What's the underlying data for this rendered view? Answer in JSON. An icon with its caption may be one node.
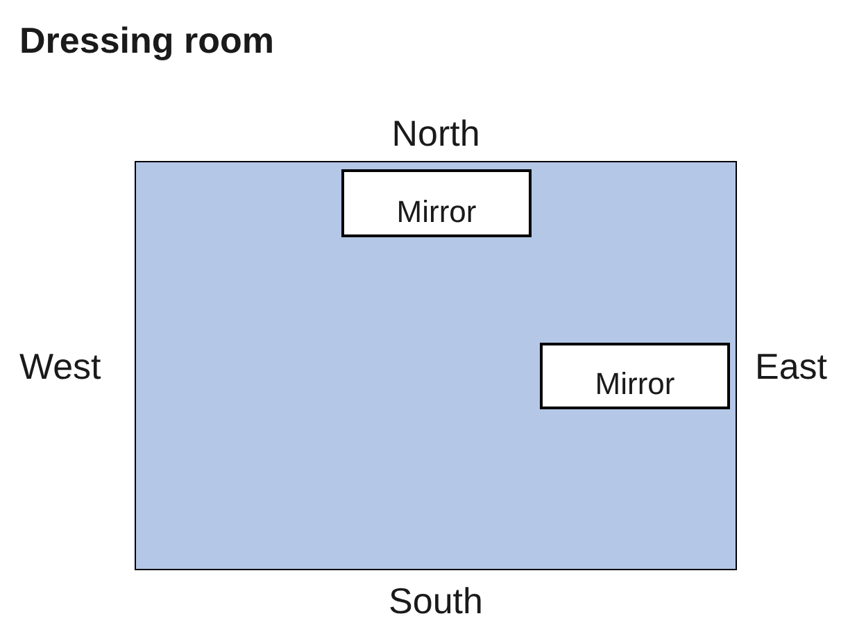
{
  "diagram": {
    "title": "Dressing room",
    "nodes": [
      {
        "text": [],
        "shape": "box"
      },
      {
        "text": [
          "Mirror"
        ],
        "in": 0
      },
      {
        "text": [
          "Mirror"
        ],
        "in": 0
      }
    ],
    "labels": [
      "North",
      "West",
      "East",
      "South"
    ]
  }
}
